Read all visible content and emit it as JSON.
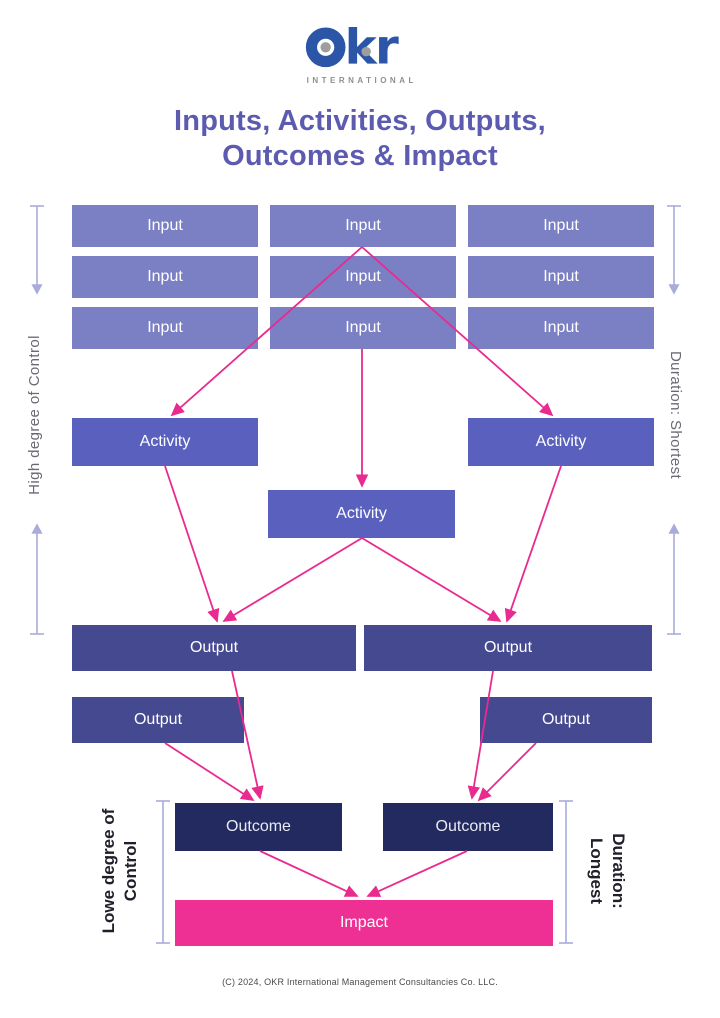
{
  "logo": {
    "wordmark": "okr",
    "tagline": "INTERNATIONAL"
  },
  "title": {
    "line1": "Inputs, Activities, Outputs,",
    "line2": "Outcomes & Impact"
  },
  "nodes": {
    "inputs": [
      "Input",
      "Input",
      "Input",
      "Input",
      "Input",
      "Input",
      "Input",
      "Input",
      "Input"
    ],
    "activities": [
      "Activity",
      "Activity",
      "Activity"
    ],
    "outputs": [
      "Output",
      "Output",
      "Output",
      "Output"
    ],
    "outcomes": [
      "Outcome",
      "Outcome"
    ],
    "impact": "Impact"
  },
  "annotations": {
    "top_left": "High degree of Control",
    "top_right": "Duration:  Shortest",
    "bottom_left": {
      "line1": "Lowe degree of",
      "line2": "Control"
    },
    "bottom_right": {
      "line1": "Duration:",
      "line2": "Longest"
    }
  },
  "footer": "(C) 2024, OKR International Management Consultancies Co. LLC.",
  "colors": {
    "input_box": "#7b80c4",
    "activity_box": "#5a60bd",
    "output_box": "#45498f",
    "outcome_box": "#222a60",
    "impact_box": "#ee2f94",
    "arrow_pink": "#e92a8e",
    "rail_purple": "#a9abdb",
    "title_text": "#5d5bb0",
    "logo_blue": "#2b55a7",
    "logo_gray": "#9e9e9e"
  }
}
